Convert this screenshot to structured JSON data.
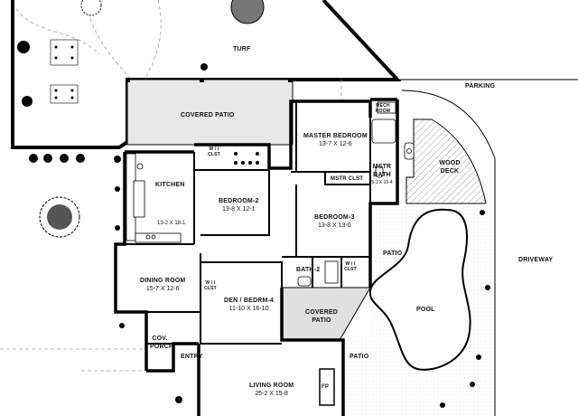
{
  "rooms": {
    "covered_patio_top": {
      "name": "COVERED PATIO"
    },
    "master_bedroom": {
      "name": "MASTER BEDROOM",
      "dims": "13-7 X 12-6"
    },
    "mech_room": {
      "name": "MECH ROOM"
    },
    "mstr_bath": {
      "name": "MSTR BATH",
      "dims": "5-1 X 15-4"
    },
    "mstr_clst": {
      "name": "MSTR CLST"
    },
    "wic_bedroom2": {
      "name": "W / I CLST"
    },
    "kitchen": {
      "name": "KITCHEN",
      "dims": "13-2 X 18-1"
    },
    "bedroom2": {
      "name": "BEDROOM-2",
      "dims": "13-8 X 12-1"
    },
    "bedroom3": {
      "name": "BEDROOM-3",
      "dims": "13-8 X 13-0"
    },
    "dining": {
      "name": "DINING ROOM",
      "dims": "15-7 X 12-6"
    },
    "bath2": {
      "name": "BATH-2"
    },
    "wic_bath": {
      "name": "W / I CLST"
    },
    "wic_den": {
      "name": "W / I CLST"
    },
    "den": {
      "name": "DEN / BEDRM-4",
      "dims": "11-10 X 16-10"
    },
    "covered_patio_side": {
      "name": "COVERED PATIO"
    },
    "cov_porch": {
      "name": "COV. PORCH"
    },
    "entry": {
      "name": "ENTRY"
    },
    "living": {
      "name": "LIVING ROOM",
      "dims": "25-2 X 15-8"
    },
    "fireplace": {
      "name": "FP"
    }
  },
  "site": {
    "turf": "TURF",
    "parking": "PARKING",
    "driveway": "DRIVEWAY",
    "pool": "POOL",
    "patio_east": "PATIO",
    "patio_south": "PATIO",
    "wood_deck": "WOOD DECK"
  }
}
